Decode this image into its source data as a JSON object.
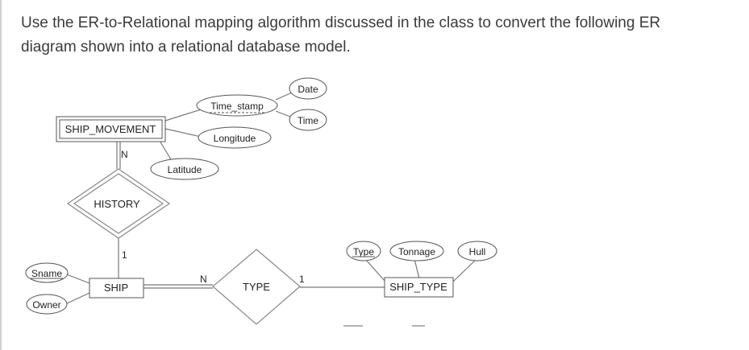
{
  "question": {
    "line1": "Use the ER-to-Relational mapping algorithm discussed in the class to convert the following ER",
    "line2": "diagram shown into a relational database model."
  },
  "diagram": {
    "entities": {
      "ship_movement": "SHIP_MOVEMENT",
      "ship": "SHIP",
      "ship_type": "SHIP_TYPE"
    },
    "relationships": {
      "history": "HISTORY",
      "type": "TYPE"
    },
    "attributes": {
      "date": "Date",
      "time": "Time",
      "time_stamp": "Time_stamp",
      "longitude": "Longitude",
      "latitude": "Latitude",
      "sname": "Sname",
      "owner": "Owner",
      "type": "Type",
      "tonnage": "Tonnage",
      "hull": "Hull"
    },
    "cardinalities": {
      "history_ship_movement": "N",
      "history_ship": "1",
      "type_ship": "N",
      "type_ship_type": "1"
    }
  }
}
